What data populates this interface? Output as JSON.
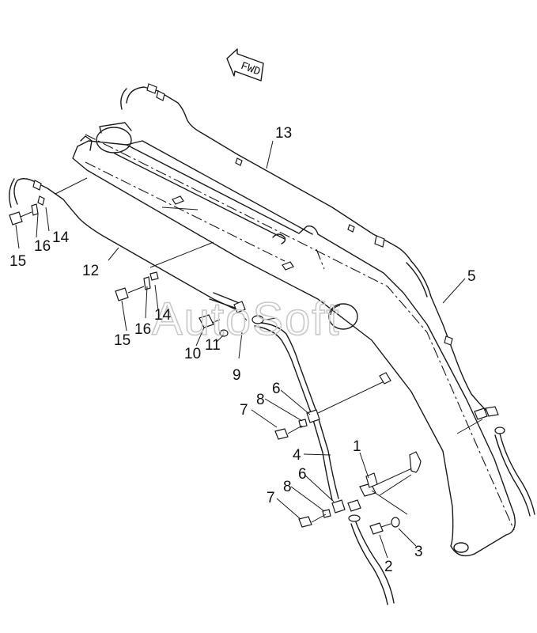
{
  "direction_label": "FWD",
  "watermark": "AutoSoft",
  "callouts": {
    "c1": "1",
    "c2": "2",
    "c3": "3",
    "c4": "4",
    "c5": "5",
    "c6a": "6",
    "c6b": "6",
    "c7a": "7",
    "c7b": "7",
    "c8a": "8",
    "c8b": "8",
    "c9": "9",
    "c10": "10",
    "c11": "11",
    "c12": "12",
    "c13": "13",
    "c14a": "14",
    "c14b": "14",
    "c15a": "15",
    "c15b": "15",
    "c16a": "16",
    "c16b": "16"
  }
}
